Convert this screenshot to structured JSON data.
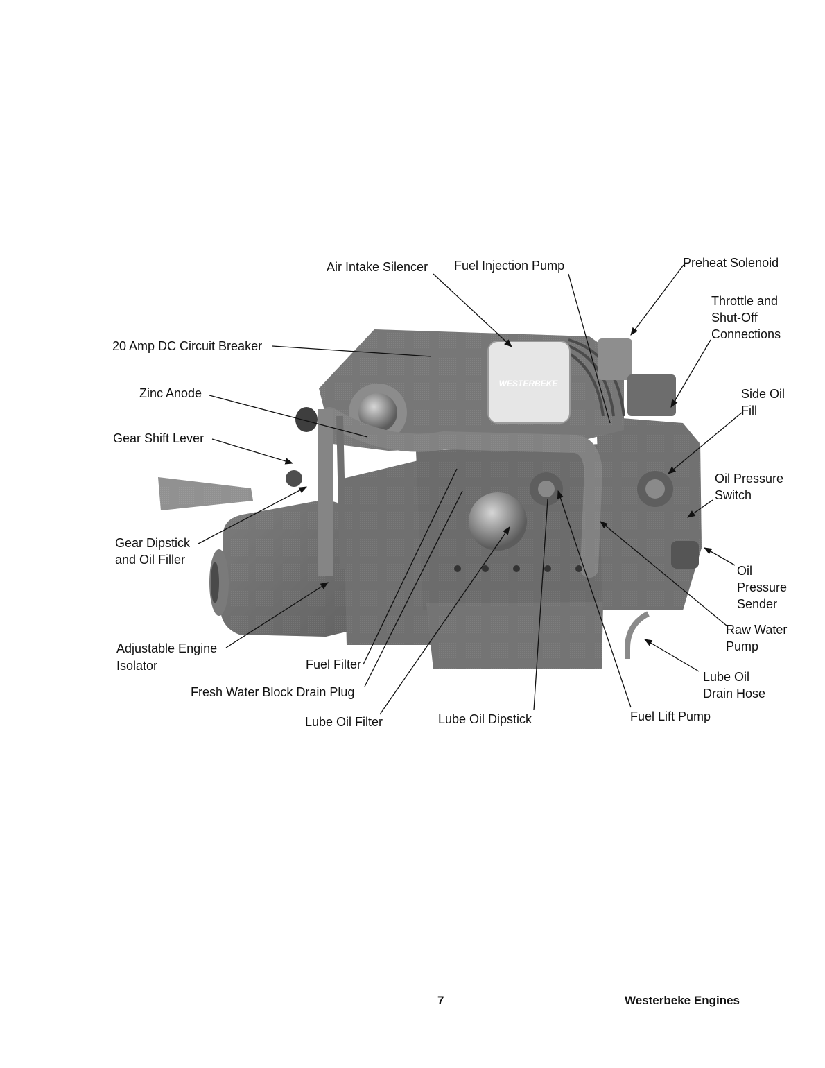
{
  "diagram": {
    "labels": {
      "air_intake_silencer": "Air Intake Silencer",
      "fuel_injection_pump": "Fuel Injection Pump",
      "preheat_solenoid": "Preheat Solenoid",
      "throttle_1": "Throttle and",
      "throttle_2": "Shut-Off",
      "throttle_3": "Connections",
      "circuit_breaker": "20 Amp DC Circuit Breaker",
      "zinc_anode": "Zinc Anode",
      "side_oil_1": "Side Oil",
      "side_oil_2": "Fill",
      "gear_shift_lever": "Gear Shift Lever",
      "oil_pressure_switch_1": "Oil Pressure",
      "oil_pressure_switch_2": "Switch",
      "gear_dipstick_1": "Gear Dipstick",
      "gear_dipstick_2": "and Oil Filler",
      "oil_pressure_sender_1": "Oil",
      "oil_pressure_sender_2": "Pressure",
      "oil_pressure_sender_3": "Sender",
      "raw_water_pump_1": "Raw Water",
      "raw_water_pump_2": "Pump",
      "engine_isolator_1": "Adjustable Engine",
      "engine_isolator_2": "Isolator",
      "fuel_filter": "Fuel Filter",
      "lube_oil_drain_1": "Lube Oil",
      "lube_oil_drain_2": "Drain Hose",
      "fresh_water_drain": "Fresh Water Block Drain Plug",
      "lube_oil_filter": "Lube Oil Filter",
      "lube_oil_dipstick": "Lube Oil Dipstick",
      "fuel_lift_pump": "Fuel Lift Pump",
      "badge_text": "WESTERBEKE"
    }
  },
  "footer": {
    "page_number": "7",
    "brand": "Westerbeke Engines"
  }
}
